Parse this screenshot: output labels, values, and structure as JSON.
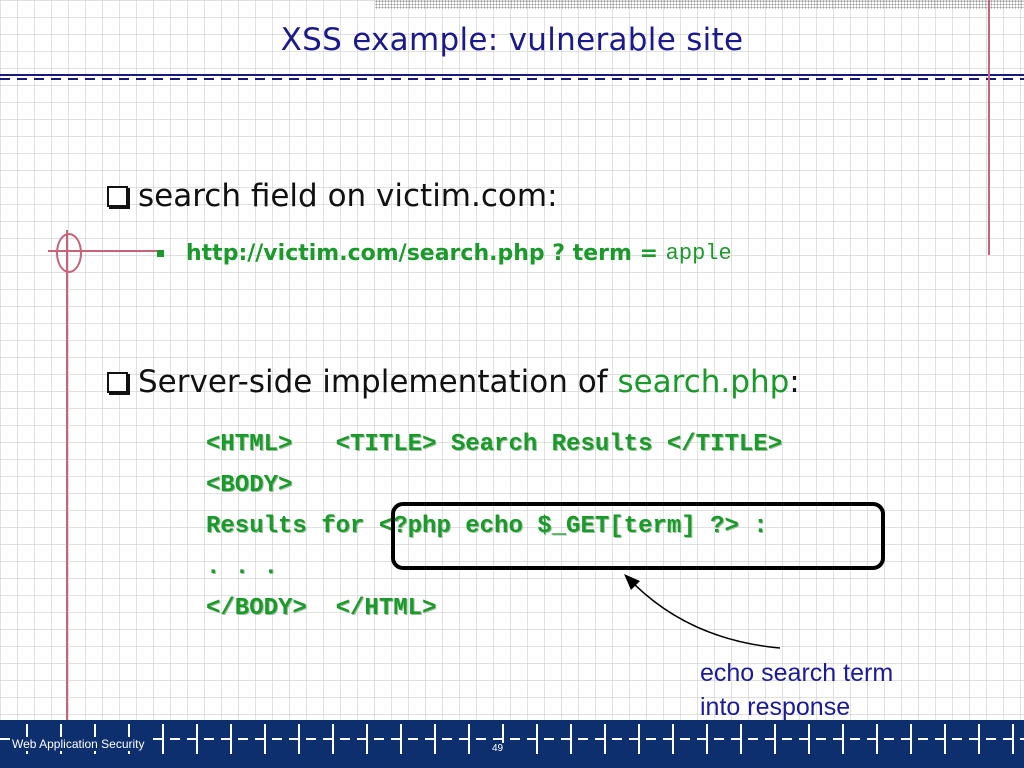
{
  "slide": {
    "title": "XSS example: vulnerable site",
    "bullet1": {
      "text": "search field on victim.com:"
    },
    "sub_bullet": {
      "url_bold": "http://victim.com/search.php ? term = ",
      "url_value": "apple"
    },
    "bullet2": {
      "text": "Server-side implementation of ",
      "highlight": "search.php",
      "suffix": ":"
    },
    "code": [
      "<HTML>   <TITLE> Search Results </TITLE>",
      "<BODY>",
      "Results for <?php echo $_GET[term] ?> :",
      ". . .",
      "</BODY>  </HTML>"
    ],
    "annotation": [
      "echo search term",
      "into response"
    ],
    "footer": {
      "left": "Web Application Security",
      "page": "49"
    }
  },
  "colors": {
    "title": "#1a1a8c",
    "code": "#1a9a2a",
    "footer_bg": "#0d2f6e",
    "accent_line": "#c8627a"
  }
}
